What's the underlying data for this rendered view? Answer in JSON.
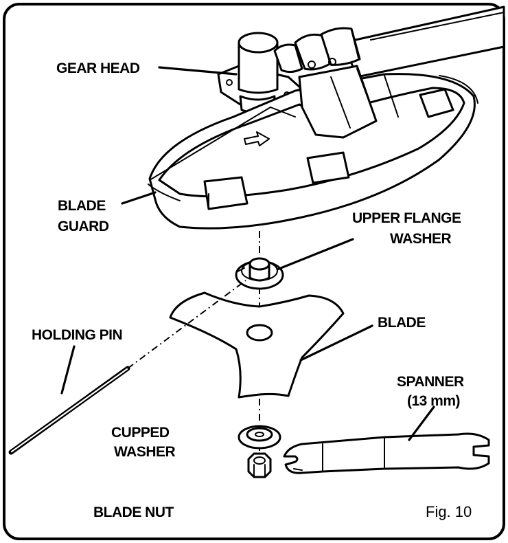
{
  "labels": {
    "gear_head": "GEAR HEAD",
    "blade_guard_1": "BLADE",
    "blade_guard_2": "GUARD",
    "upper_flange_1": "UPPER FLANGE",
    "upper_flange_2": "WASHER",
    "blade": "BLADE",
    "holding_pin": "HOLDING PIN",
    "spanner_1": "SPANNER",
    "spanner_2": "(13 mm)",
    "cupped_1": "CUPPED",
    "cupped_2": "WASHER",
    "blade_nut": "BLADE NUT"
  },
  "figure_number": "Fig. 10"
}
